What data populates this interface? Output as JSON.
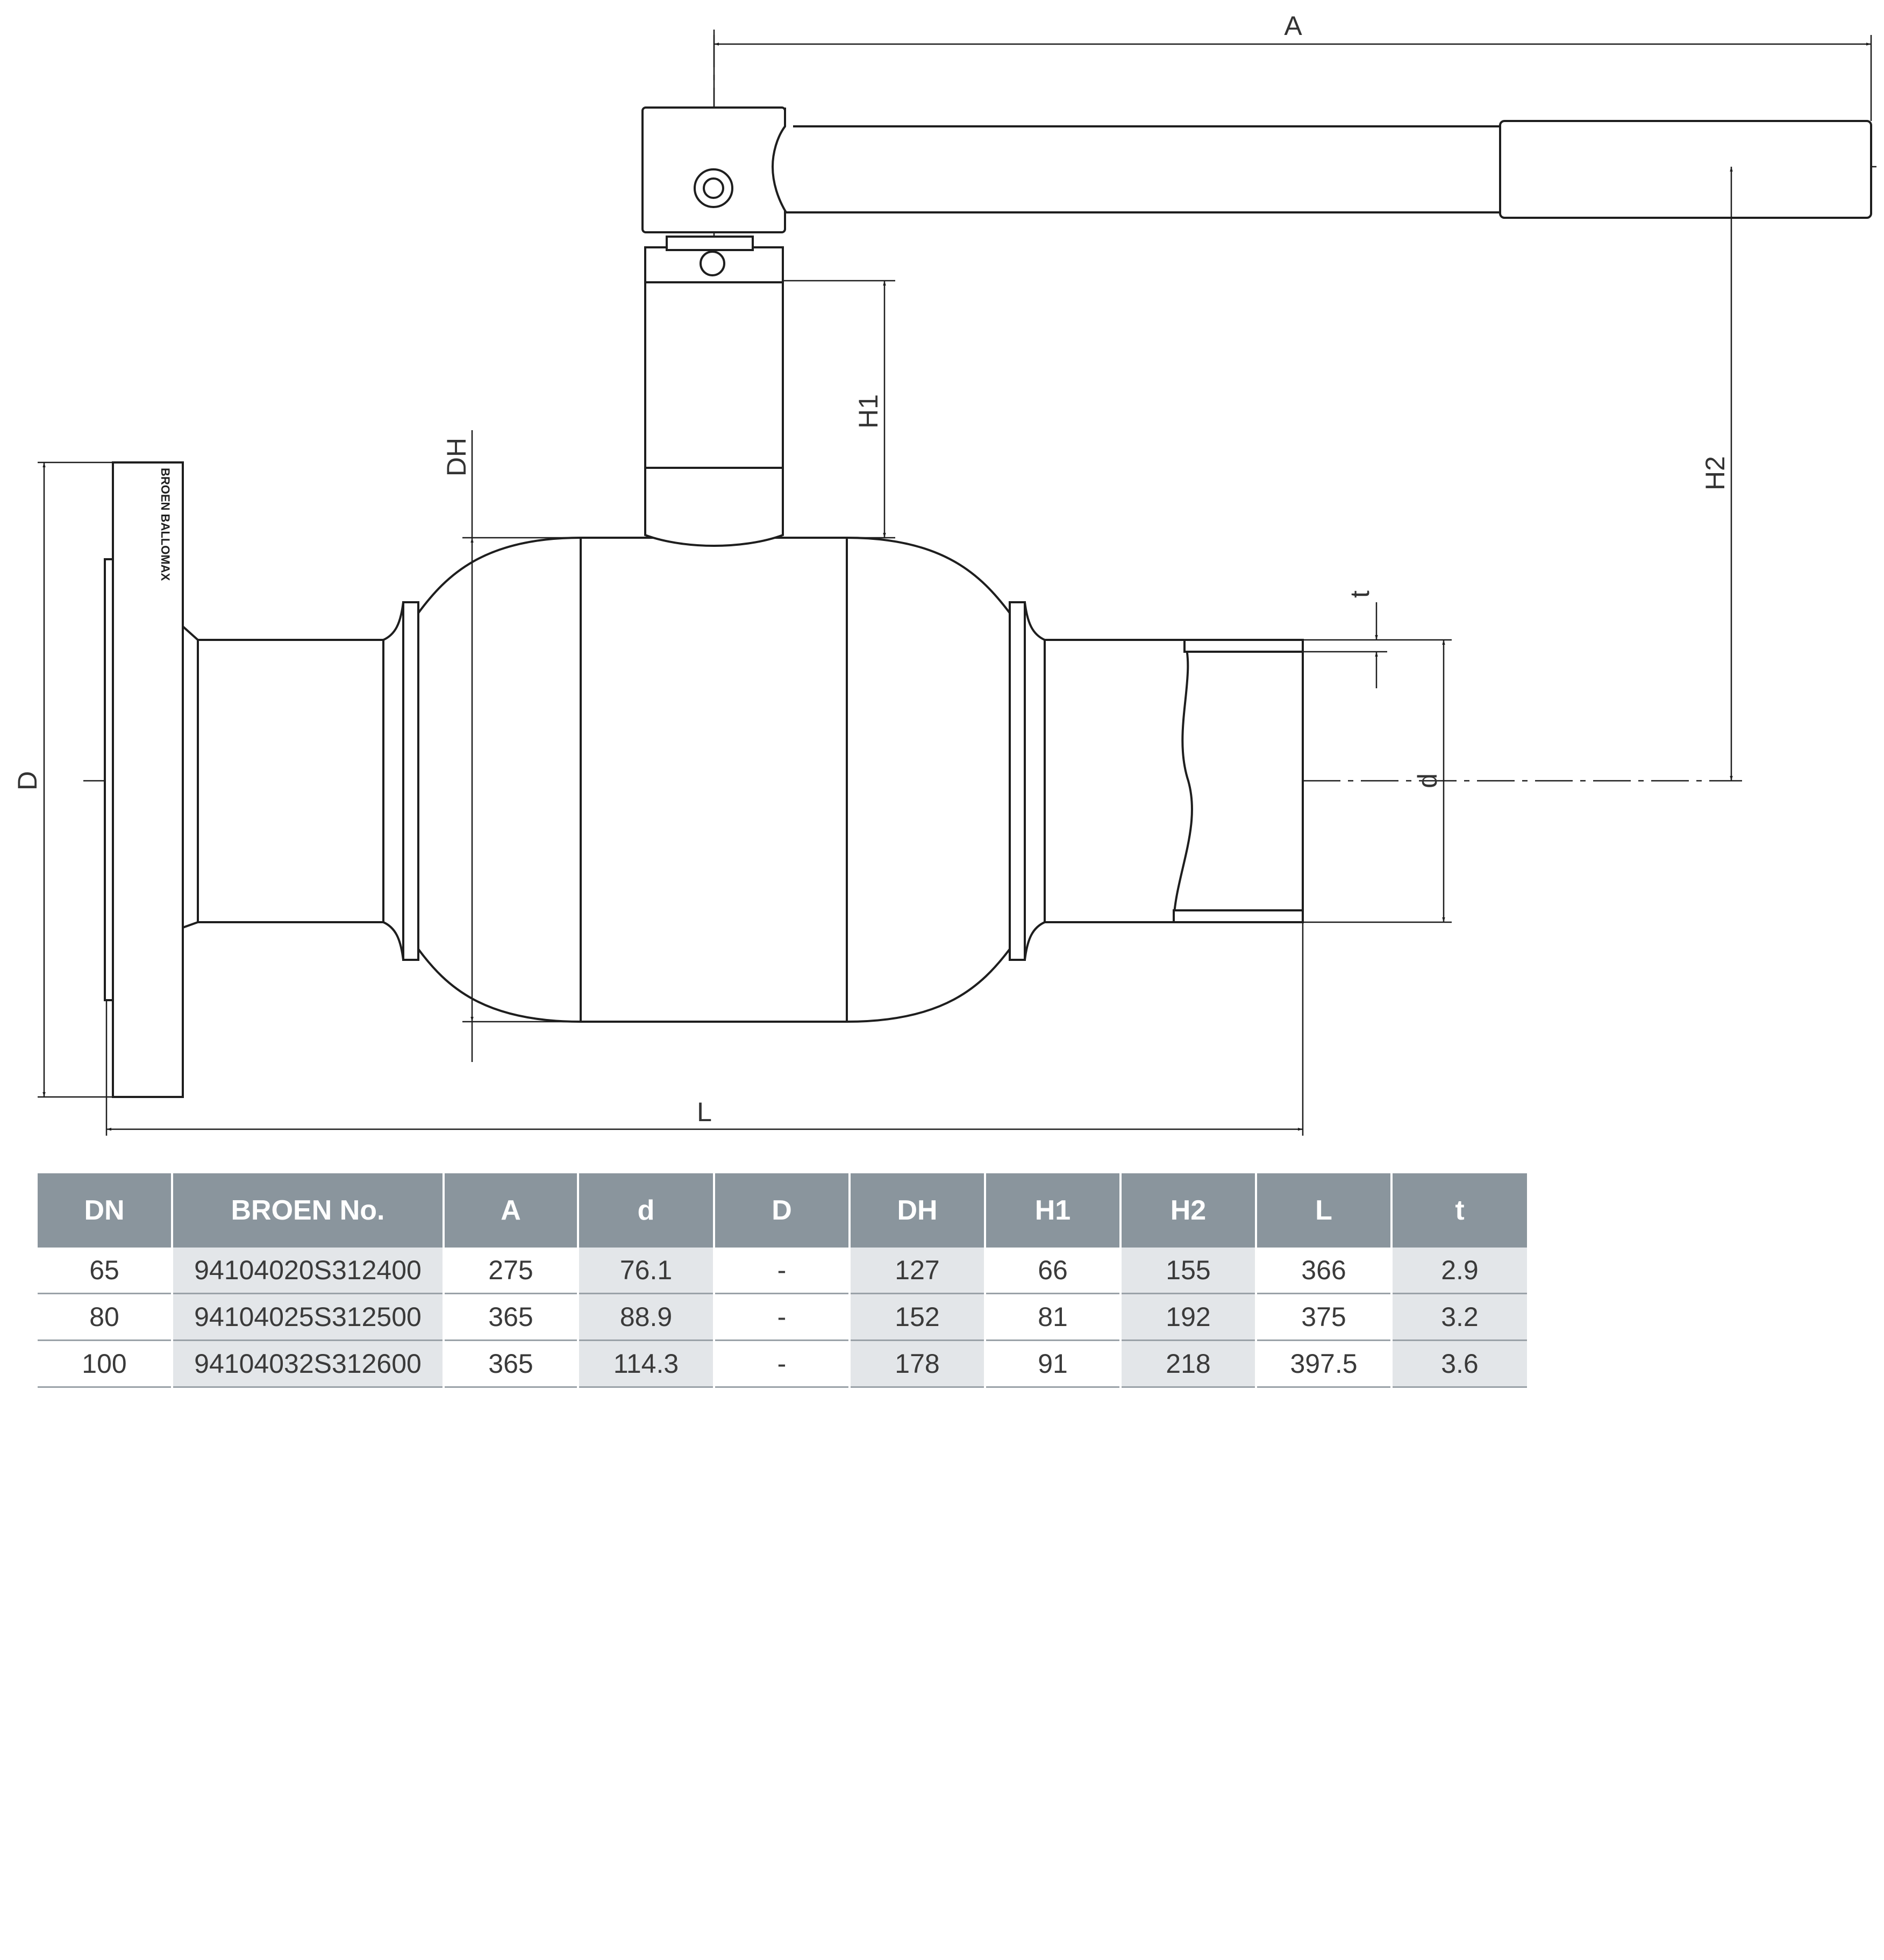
{
  "colors": {
    "line": "#1e1e1e",
    "table_header_bg": "#8a959d",
    "table_header_text": "#ffffff",
    "table_alt_col_bg": "#e3e6e9",
    "table_text": "#3a3a3a"
  },
  "drawing": {
    "flange_marking": "BROEN BALLOMAX",
    "dimension_labels": {
      "A": "A",
      "H2": "H2",
      "H1": "H1",
      "DH": "DH",
      "D": "D",
      "t": "t",
      "d": "d",
      "L": "L"
    }
  },
  "table": {
    "headers": [
      "DN",
      "BROEN No.",
      "A",
      "d",
      "D",
      "DH",
      "H1",
      "H2",
      "L",
      "t"
    ],
    "rows": [
      [
        "65",
        "94104020S312400",
        "275",
        "76.1",
        "-",
        "127",
        "66",
        "155",
        "366",
        "2.9"
      ],
      [
        "80",
        "94104025S312500",
        "365",
        "88.9",
        "-",
        "152",
        "81",
        "192",
        "375",
        "3.2"
      ],
      [
        "100",
        "94104032S312600",
        "365",
        "114.3",
        "-",
        "178",
        "91",
        "218",
        "397.5",
        "3.6"
      ]
    ]
  }
}
